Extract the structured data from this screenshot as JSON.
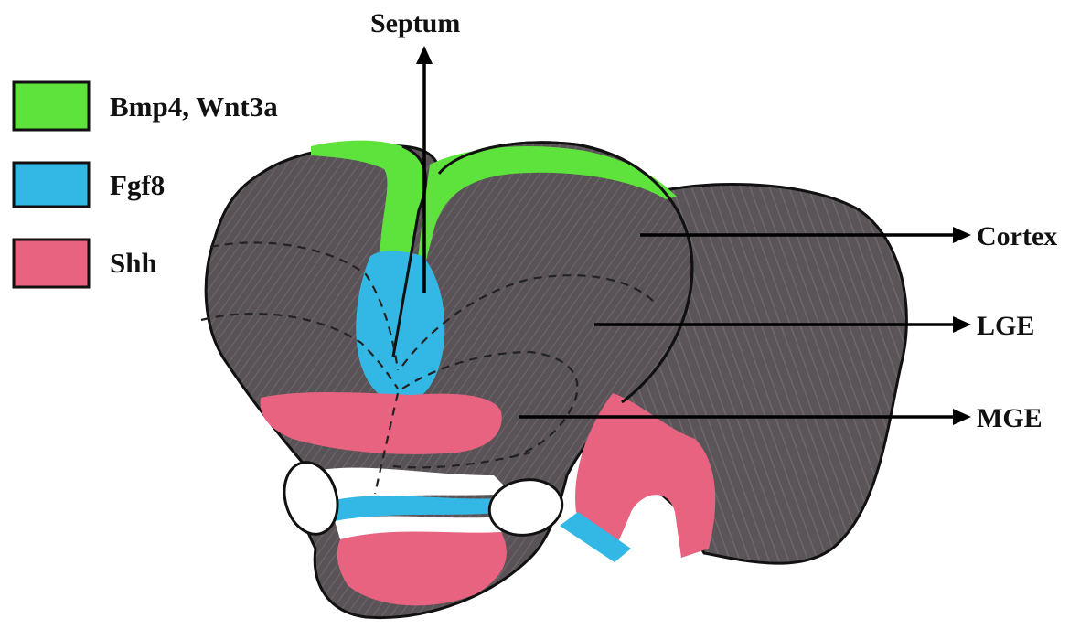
{
  "legend": {
    "items": [
      {
        "label": "Bmp4, Wnt3a",
        "color": "#5ee23c",
        "icon": "green-swatch"
      },
      {
        "label": "Fgf8",
        "color": "#33b8e6",
        "icon": "blue-swatch"
      },
      {
        "label": "Shh",
        "color": "#e8637f",
        "icon": "pink-swatch"
      }
    ]
  },
  "labels": {
    "septum": "Septum",
    "cortex": "Cortex",
    "lge": "LGE",
    "mge": "MGE"
  },
  "colors": {
    "tissue": "#5a5458",
    "tissue_light": "#6c666a",
    "outline": "#111111",
    "background": "#ffffff"
  }
}
